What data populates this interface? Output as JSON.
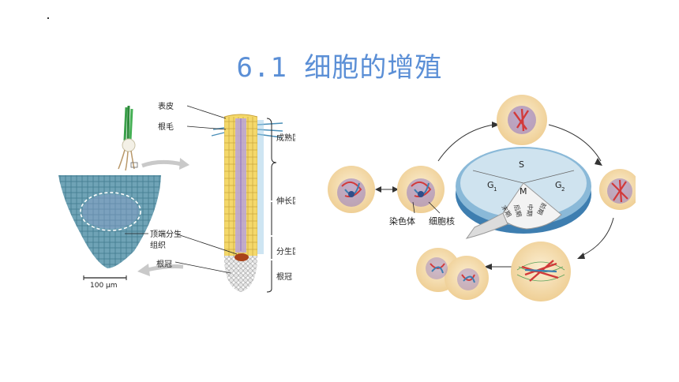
{
  "slide": {
    "title": "6.1 细胞的增殖"
  },
  "root_figure": {
    "labels": {
      "epidermis": "表皮",
      "root_hair": "根毛",
      "maturation_zone": "成熟区",
      "elongation_zone": "伸长区",
      "meristem_zone": "分生区",
      "root_cap_zone": "根冠",
      "apical_meristem_line1": "顶端分生",
      "apical_meristem_line2": "组织",
      "root_cap": "根冠",
      "scale_bar": "100 μm"
    }
  },
  "cell_cycle_figure": {
    "phase_S": "S",
    "phase_G1": "G",
    "phase_G1_sub": "1",
    "phase_G2": "G",
    "phase_G2_sub": "2",
    "phase_M": "M",
    "sub_prophase": "前期",
    "sub_metaphase": "中期",
    "sub_anaphase": "后期",
    "sub_telophase": "末期",
    "label_chromosome": "染色体",
    "label_nucleus": "细胞核"
  },
  "colors": {
    "title": "#5b8fd6",
    "cycle_blue": "#6fa6cf",
    "cycle_dark": "#3e7eb0",
    "chromosome_red": "#d23a3a",
    "cell_fill": "#f6e2b8",
    "nucleus_purple": "#8a6fc2"
  }
}
